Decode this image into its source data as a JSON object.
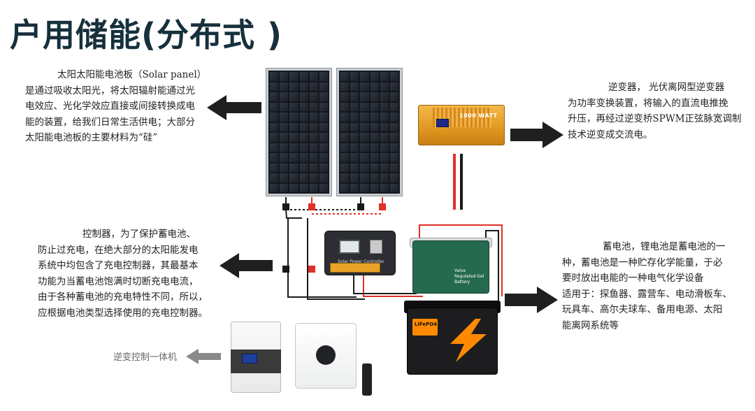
{
  "title": "户用储能(分布式 )",
  "solar": {
    "lines": [
      "太阳太阳能电池板（Solar panel）",
      "是通过吸收太阳光，将太阳辐射能通过光",
      "电效应、光化学效应直接或间接转换成电",
      "能的装置，给我们日常生活供电；大部分",
      "太阳能电池板的主要材料为“硅”"
    ]
  },
  "inverter": {
    "lines": [
      "逆变器， 光伏离网型逆变器",
      "为功率变换装置，将输入的直流电推挽",
      "升压，再经过逆变桥SPWM正弦脉宽调制",
      "技术逆变成交流电。"
    ],
    "device_label": "1000 WATT"
  },
  "controller": {
    "lines": [
      "控制器，为了保护蓄电池、",
      "防止过充电，在绝大部分的太阳能发电",
      "系统中均包含了充电控制器，其最基本",
      "功能为当蓄电池饱满时切断充电电流，",
      "由于各种蓄电池的充电特性不同，所以，",
      "应根据电池类型选择使用的充电控制器。"
    ],
    "device_label": "Solar Power Controller"
  },
  "battery": {
    "lines": [
      "蓄电池，锂电池是蓄电池的一",
      "种，蓄电池是一种贮存化学能量，于必",
      "要时放出电能的一种电气化学设备",
      "适用于：探鱼器、露营车、电动滑板车、",
      "玩具车、高尔夫球车、备用电源、太阳",
      "能离网系统等"
    ],
    "gel_label": "Valve Regulated Gel Battery",
    "lifepo_label": "LiFePO4"
  },
  "aio": {
    "label": "逆变控制一体机"
  },
  "colors": {
    "title": "#16303c",
    "arrow": "#1f1f1f",
    "arrow_light": "#8a8a8a",
    "wire_red": "#e0302a",
    "wire_black": "#1a1a1a"
  }
}
